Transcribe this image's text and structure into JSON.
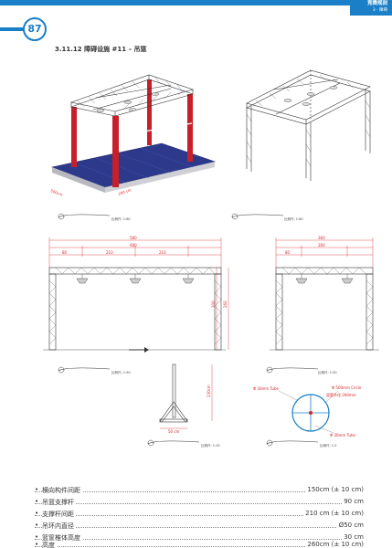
{
  "header": {
    "tab_title": "竞赛规则",
    "tab_subtitle": "3 · 障碍",
    "page_number": "87",
    "accent": "#1a7fc6"
  },
  "section": {
    "heading": "3.11.12  障碍设施 #11 – 吊篮"
  },
  "figures": {
    "iso_scale": "比例尺: 1:60",
    "front_scale": "比例尺: 1:50",
    "side_scale": "比例尺: 1:50",
    "detail1_scale": "比例尺: 1:25",
    "detail2_scale": "比例尺: 1:2",
    "dim_width": "500cm",
    "dim_depth": "200 cm",
    "front_total": "580",
    "front_inner": "480",
    "front_seg1": "80",
    "front_seg2": "210",
    "front_seg3": "210",
    "front_height": "200",
    "front_height2": "260",
    "side_total": "360",
    "side_inner": "260",
    "side_seg": "80",
    "pole_height": "230cm",
    "pole_base": "50 cm",
    "ring_label1": "Φ 30mm Tube",
    "ring_label2": "Φ 500mm Circle",
    "ring_label3": "Φ 30mm Tube",
    "ring_note": "篮筐外径 260mm"
  },
  "specs": [
    {
      "label": "横向构件间距",
      "value": "150cm (± 10 cm)"
    },
    {
      "label": "吊篮支撑杆",
      "value": "90 cm"
    },
    {
      "label": "支撑杆间距",
      "value": "210 cm (± 10 cm)"
    },
    {
      "label": "吊环内直径",
      "value": "Ø50 cm"
    },
    {
      "label": "篮筐椎体高度",
      "value": "30 cm"
    },
    {
      "label": "高度",
      "value": "260cm (± 10 cm)"
    }
  ]
}
